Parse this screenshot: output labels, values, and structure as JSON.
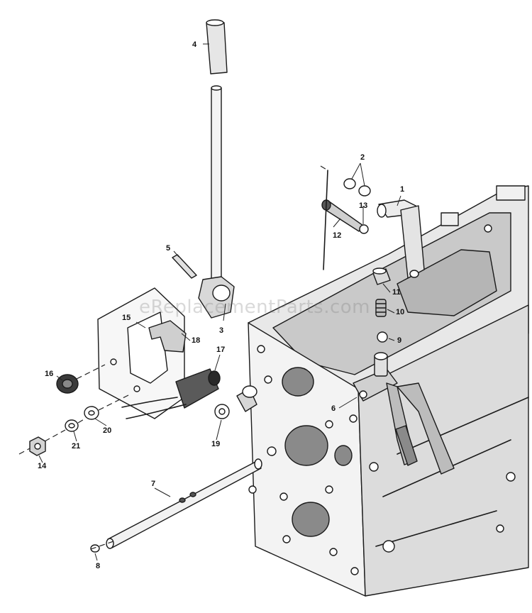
{
  "watermark": "eReplacementParts.com",
  "callouts": {
    "c1": "1",
    "c2": "2",
    "c3": "3",
    "c4": "4",
    "c5": "5",
    "c6": "6",
    "c7": "7",
    "c8": "8",
    "c9": "9",
    "c10": "10",
    "c11": "11",
    "c12": "12",
    "c13": "13",
    "c14": "14",
    "c15": "15",
    "c16": "16",
    "c17": "17",
    "c18": "18",
    "c19": "19",
    "c20": "20",
    "c21": "21"
  },
  "colors": {
    "ink": "#1a1a1a",
    "paper": "#ffffff",
    "shade": "#9a9a9a"
  }
}
